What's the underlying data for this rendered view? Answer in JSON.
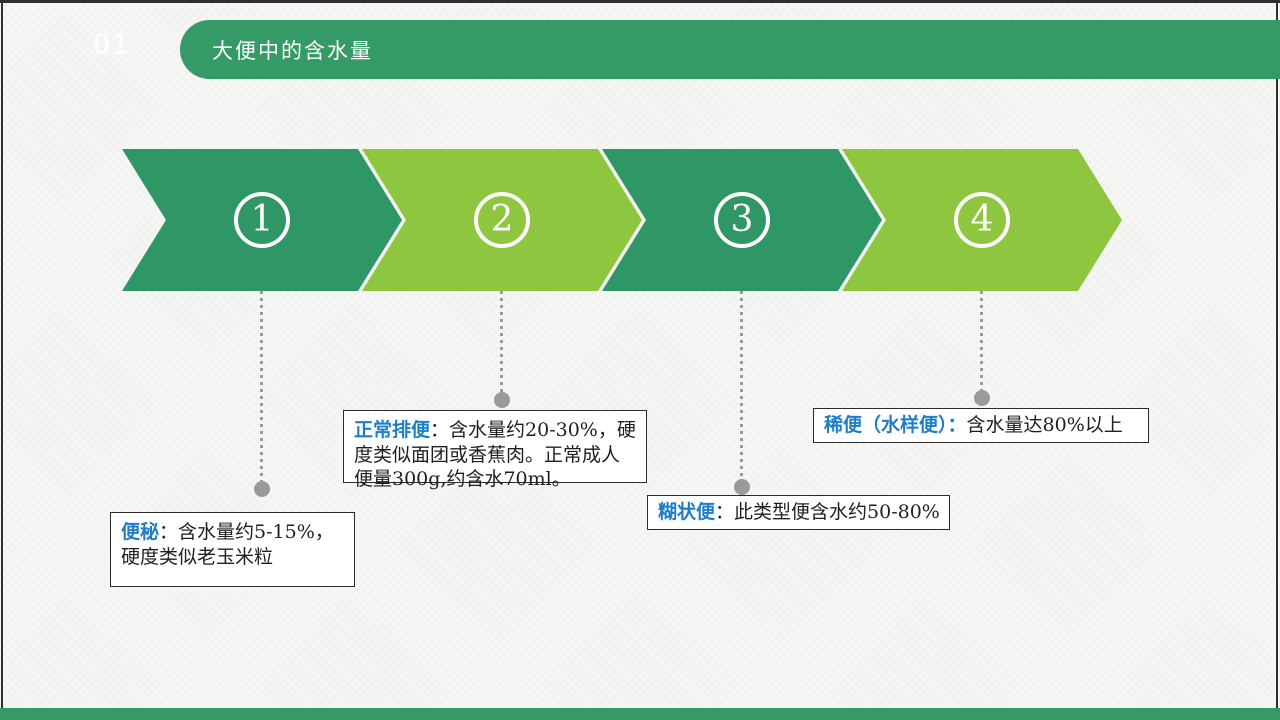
{
  "slide": {
    "page_number": "01",
    "title": "大便中的含水量"
  },
  "colors": {
    "banner_green": "#349a66",
    "dark_green": "#2f9666",
    "lime_green": "#8ec63f",
    "label_blue": "#1e7ec8"
  },
  "steps": [
    {
      "number": "1"
    },
    {
      "number": "2"
    },
    {
      "number": "3"
    },
    {
      "number": "4"
    }
  ],
  "callouts": [
    {
      "label": "便秘",
      "body": "：含水量约5-15%，硬度类似老玉米粒"
    },
    {
      "label": "正常排便",
      "body": "：含水量约20-30%，硬度类似面团或香蕉肉。正常成人便量300g,约含水70ml。"
    },
    {
      "label": "糊状便",
      "body": "：此类型便含水约50-80%"
    },
    {
      "label": "稀便（水样便）：",
      "body": "含水量达80%以上"
    }
  ]
}
